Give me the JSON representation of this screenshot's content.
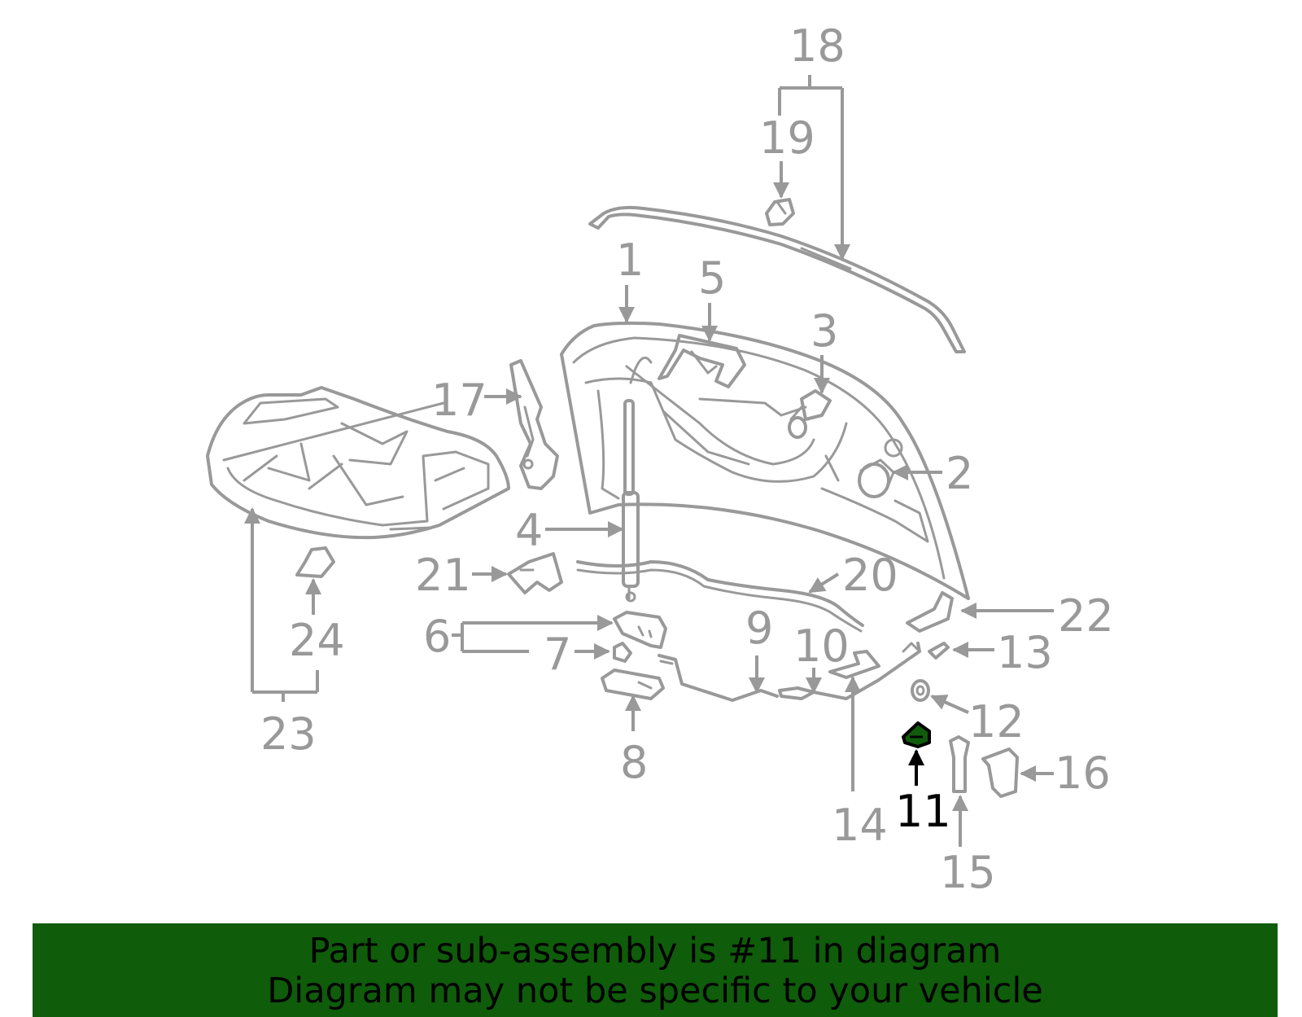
{
  "diagram": {
    "highlight_color": "#0f5c0b",
    "line_color": "#999999",
    "callouts": [
      "1",
      "2",
      "3",
      "4",
      "5",
      "6",
      "7",
      "8",
      "9",
      "10",
      "11",
      "12",
      "13",
      "14",
      "15",
      "16",
      "17",
      "18",
      "19",
      "20",
      "21",
      "22",
      "23",
      "24"
    ],
    "highlighted_callout": "11"
  },
  "banner": {
    "line1": "Part or sub-assembly is #11 in diagram",
    "line2": "Diagram may not be specific to your vehicle"
  }
}
